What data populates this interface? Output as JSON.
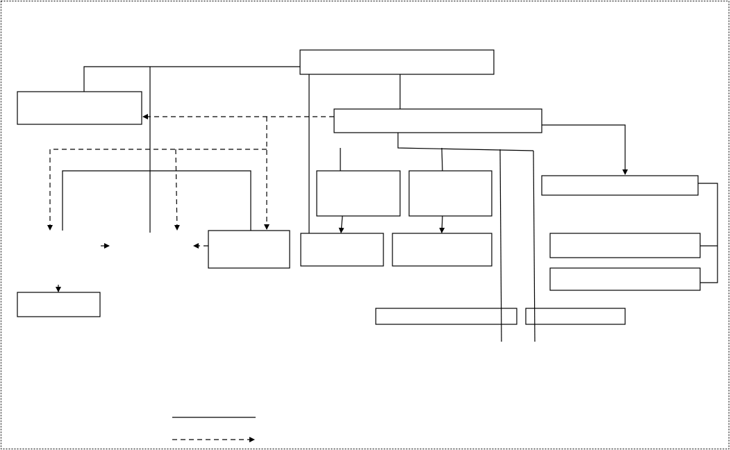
{
  "diagram": {
    "line_color": "#000000",
    "background_color": "#ffffff",
    "boxes": [
      {
        "id": "top",
        "label": ""
      },
      {
        "id": "left-upper",
        "label": ""
      },
      {
        "id": "center",
        "label": ""
      },
      {
        "id": "mid-left-a",
        "label": ""
      },
      {
        "id": "mid-left-b",
        "label": ""
      },
      {
        "id": "right-header",
        "label": ""
      },
      {
        "id": "lower-small",
        "label": ""
      },
      {
        "id": "lower-a",
        "label": ""
      },
      {
        "id": "lower-b",
        "label": ""
      },
      {
        "id": "right-a",
        "label": ""
      },
      {
        "id": "right-b",
        "label": ""
      },
      {
        "id": "bottom-left",
        "label": ""
      },
      {
        "id": "bottom-wide",
        "label": ""
      },
      {
        "id": "bottom-narrow",
        "label": ""
      }
    ],
    "legend": [
      {
        "style": "solid",
        "label": ""
      },
      {
        "style": "dashed-arrow",
        "label": ""
      }
    ]
  }
}
